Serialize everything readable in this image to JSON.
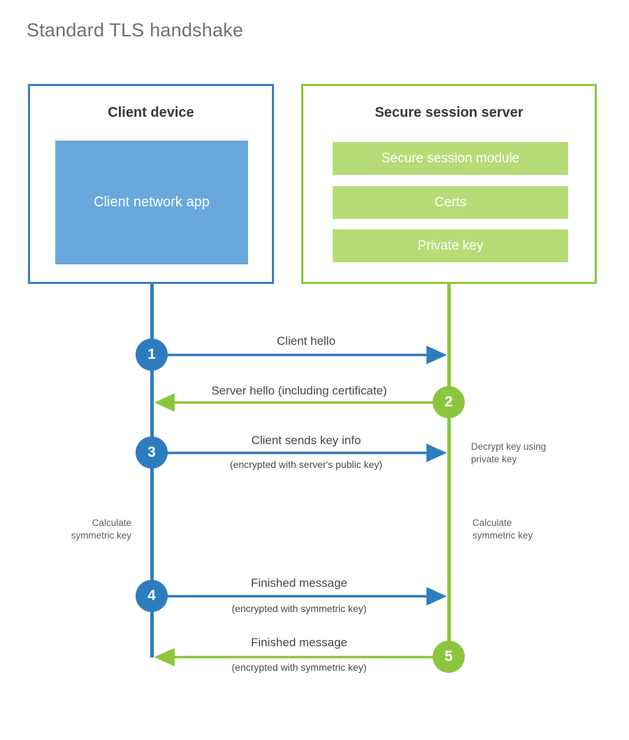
{
  "title": "Standard TLS handshake",
  "colors": {
    "client_border": "#3b7fc4",
    "client_fill": "#6aa8dc",
    "server_border": "#8dc63f",
    "server_fill": "#b6dc77",
    "client_accent": "#2e7cc0",
    "server_accent": "#8cc63e",
    "title_text": "#6f7072",
    "body_text": "#44474a"
  },
  "client_panel": {
    "title": "Client device",
    "app_box_label": "Client network\napp"
  },
  "server_panel": {
    "title": "Secure session server",
    "bars": [
      {
        "label": "Secure session module"
      },
      {
        "label": "Certs"
      },
      {
        "label": "Private key"
      }
    ]
  },
  "steps": [
    {
      "number": "1",
      "label": "Client hello",
      "sublabel": "",
      "direction": "client-to-server",
      "color": "#2e7cc0"
    },
    {
      "number": "2",
      "label": "Server hello (including certificate)",
      "sublabel": "",
      "direction": "server-to-client",
      "color": "#8cc63e"
    },
    {
      "number": "3",
      "label": "Client sends key info",
      "sublabel": "(encrypted with server's public key)",
      "direction": "client-to-server",
      "color": "#2e7cc0"
    },
    {
      "number": "4",
      "label": "Finished message",
      "sublabel": "(encrypted with symmetric key)",
      "direction": "client-to-server",
      "color": "#2e7cc0"
    },
    {
      "number": "5",
      "label": "Finished message",
      "sublabel": "(encrypted with symmetric key)",
      "direction": "server-to-client",
      "color": "#8cc63e"
    }
  ],
  "notes": {
    "decrypt_key": "Decrypt key using\nprivate key",
    "calculate_symmetric_key_client": "Calculate\nsymmetric key",
    "calculate_symmetric_key_server": "Calculate\nsymmetric key"
  }
}
